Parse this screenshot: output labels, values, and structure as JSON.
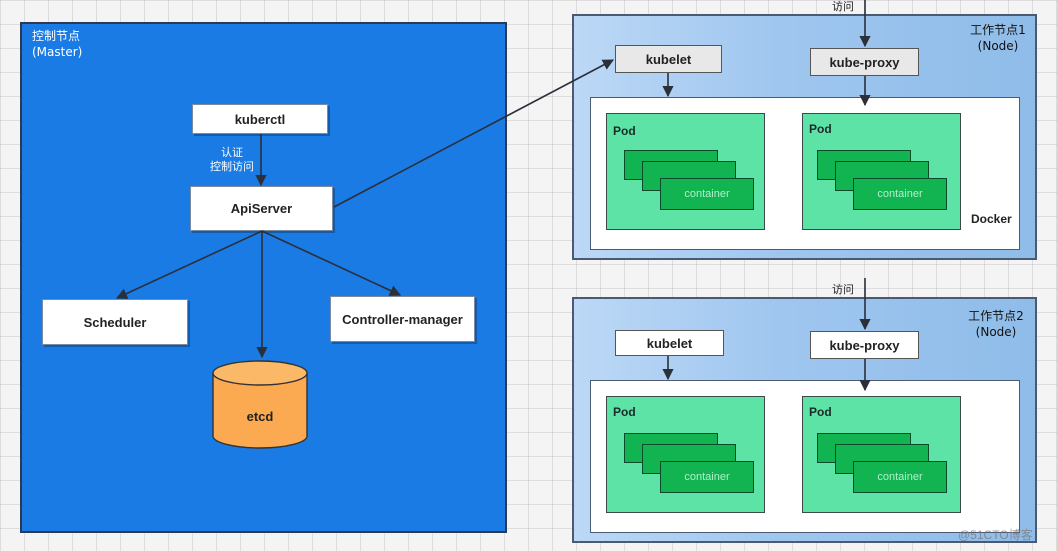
{
  "master": {
    "title_line1": "控制节点",
    "title_line2": "(Master)",
    "kuberctl": "kuberctl",
    "auth_line1": "认证",
    "auth_line2": "控制访问",
    "apiserver": "ApiServer",
    "scheduler": "Scheduler",
    "controller_manager": "Controller-manager",
    "etcd": "etcd"
  },
  "nodes": [
    {
      "title_line1": "工作节点1",
      "title_line2": "(Node)",
      "visit": "访问",
      "kubelet": "kubelet",
      "kube_proxy": "kube-proxy",
      "docker": "Docker",
      "pods": [
        {
          "label": "Pod",
          "container": "container"
        },
        {
          "label": "Pod",
          "container": "container"
        }
      ]
    },
    {
      "title_line1": "工作节点2",
      "title_line2": "(Node)",
      "visit": "访问",
      "kubelet": "kubelet",
      "kube_proxy": "kube-proxy",
      "pods": [
        {
          "label": "Pod",
          "container": "container"
        },
        {
          "label": "Pod",
          "container": "container"
        }
      ]
    }
  ],
  "watermark": "@51CTO博客"
}
